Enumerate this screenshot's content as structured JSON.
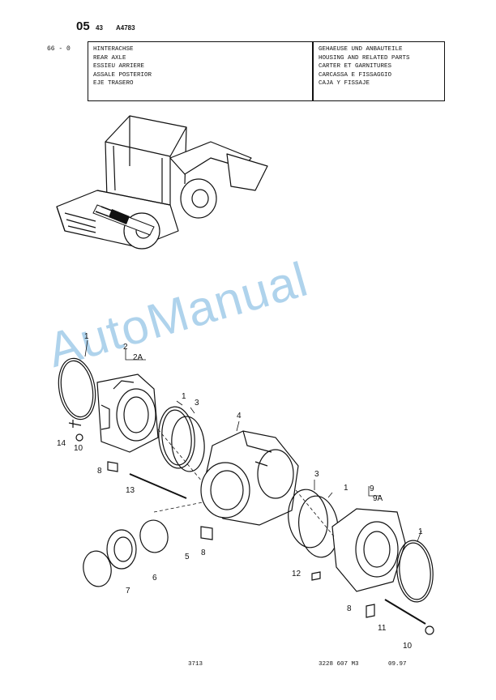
{
  "header": {
    "section_main": "05",
    "section_sub": "43",
    "drawing_code": "A4783",
    "group_code": "66 - 0"
  },
  "title_left": [
    "HINTERACHSE",
    "REAR AXLE",
    "ESSIEU ARRIERE",
    "ASSALE POSTERIOR",
    "EJE TRASERO"
  ],
  "title_right": [
    "GEHAEUSE UND ANBAUTEILE",
    "HOUSING AND RELATED PARTS",
    "CARTER ET GARNITURES",
    "CARCASSA E FISSAGGIO",
    "CAJA Y FISSAJE"
  ],
  "watermark": "AutoManual",
  "callouts": {
    "c1a": "1",
    "c2": "2",
    "c2a": "2A",
    "c1b": "1",
    "c3a": "3",
    "c4": "4",
    "c14": "14",
    "c10a": "10",
    "c8a": "8",
    "c13": "13",
    "c8b": "8",
    "c5": "5",
    "c6": "6",
    "c7": "7",
    "c3b": "3",
    "c1c": "1",
    "c9": "9",
    "c9a": "9A",
    "c1d": "1",
    "c12": "12",
    "c8c": "8",
    "c11": "11",
    "c10b": "10"
  },
  "footer": {
    "page_code": "3713",
    "part_number": "3228 607 M3",
    "date": "09.97"
  }
}
